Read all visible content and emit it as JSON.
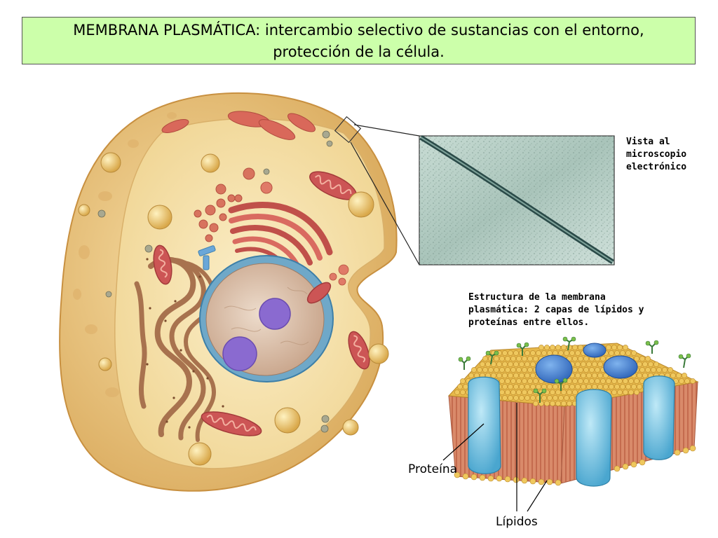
{
  "title": {
    "line1": "MEMBRANA PLASMÁTICA: intercambio selectivo de sustancias con el entorno,",
    "line2": "protección de la célula."
  },
  "labels": {
    "microscope_line1": "Vista al",
    "microscope_line2": "microscopio",
    "microscope_line3": "electrónico",
    "structure_line1": "Estructura de la membrana",
    "structure_line2": "plasmática: 2 capas de lípidos y",
    "structure_line3": "proteínas entre ellos.",
    "protein": "Proteína",
    "lipids": "Lípidos"
  },
  "colors": {
    "title_bg": "#ccffaa",
    "cytoplasm": "#f2d99a",
    "membrane_outer": "#e8c27a",
    "nucleus": "#d9b7a0",
    "nucleolus": "#8a6ad0",
    "mitochondria": "#cc5555",
    "protein": "#7cc6e0",
    "lipid_head": "#e6b84a"
  }
}
